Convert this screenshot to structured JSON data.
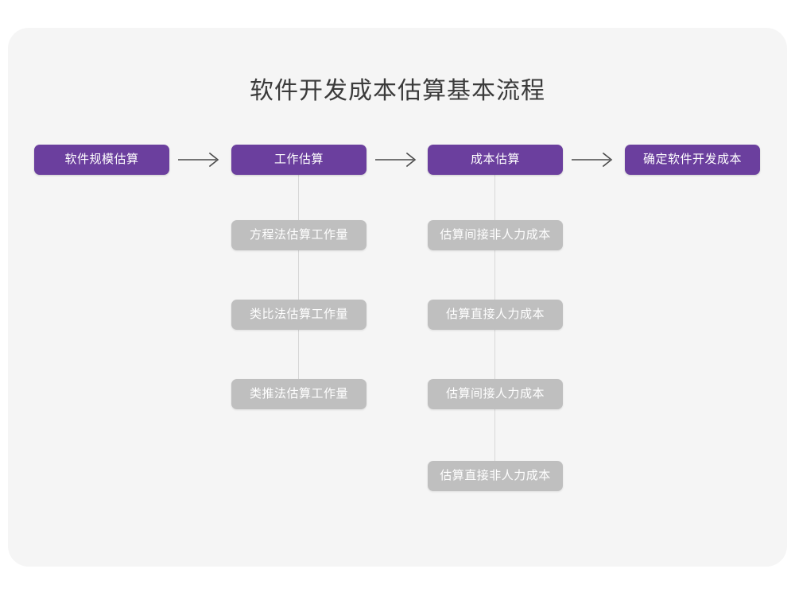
{
  "canvas": {
    "background_color": "#f5f5f5",
    "page_background_color": "#ffffff"
  },
  "title": "软件开发成本估算基本流程",
  "colors": {
    "primary_node": "#6b3f9e",
    "secondary_node": "#bfbfbf",
    "node_text": "#ffffff",
    "title_text": "#3b3b3b",
    "connector_line": "#d7d7d7",
    "arrow": "#4a4a4a"
  },
  "flow": {
    "main_steps": [
      {
        "id": "scale",
        "label": "软件规模估算"
      },
      {
        "id": "effort",
        "label": "工作估算"
      },
      {
        "id": "cost",
        "label": "成本估算"
      },
      {
        "id": "final",
        "label": "确定软件开发成本"
      }
    ],
    "arrows": [
      {
        "id": "arrow-1",
        "glyph": "arrow-right-icon"
      },
      {
        "id": "arrow-2",
        "glyph": "arrow-right-icon"
      },
      {
        "id": "arrow-3",
        "glyph": "arrow-right-icon"
      }
    ],
    "effort_substeps": [
      {
        "id": "eq",
        "label": "方程法估算工作量"
      },
      {
        "id": "analogy",
        "label": "类比法估算工作量"
      },
      {
        "id": "infer",
        "label": "类推法估算工作量"
      }
    ],
    "cost_substeps": [
      {
        "id": "indirect-non",
        "label": "估算间接非人力成本"
      },
      {
        "id": "direct-lab",
        "label": "估算直接人力成本"
      },
      {
        "id": "indirect-lab",
        "label": "估算间接人力成本"
      },
      {
        "id": "direct-non",
        "label": "估算直接非人力成本"
      }
    ]
  }
}
